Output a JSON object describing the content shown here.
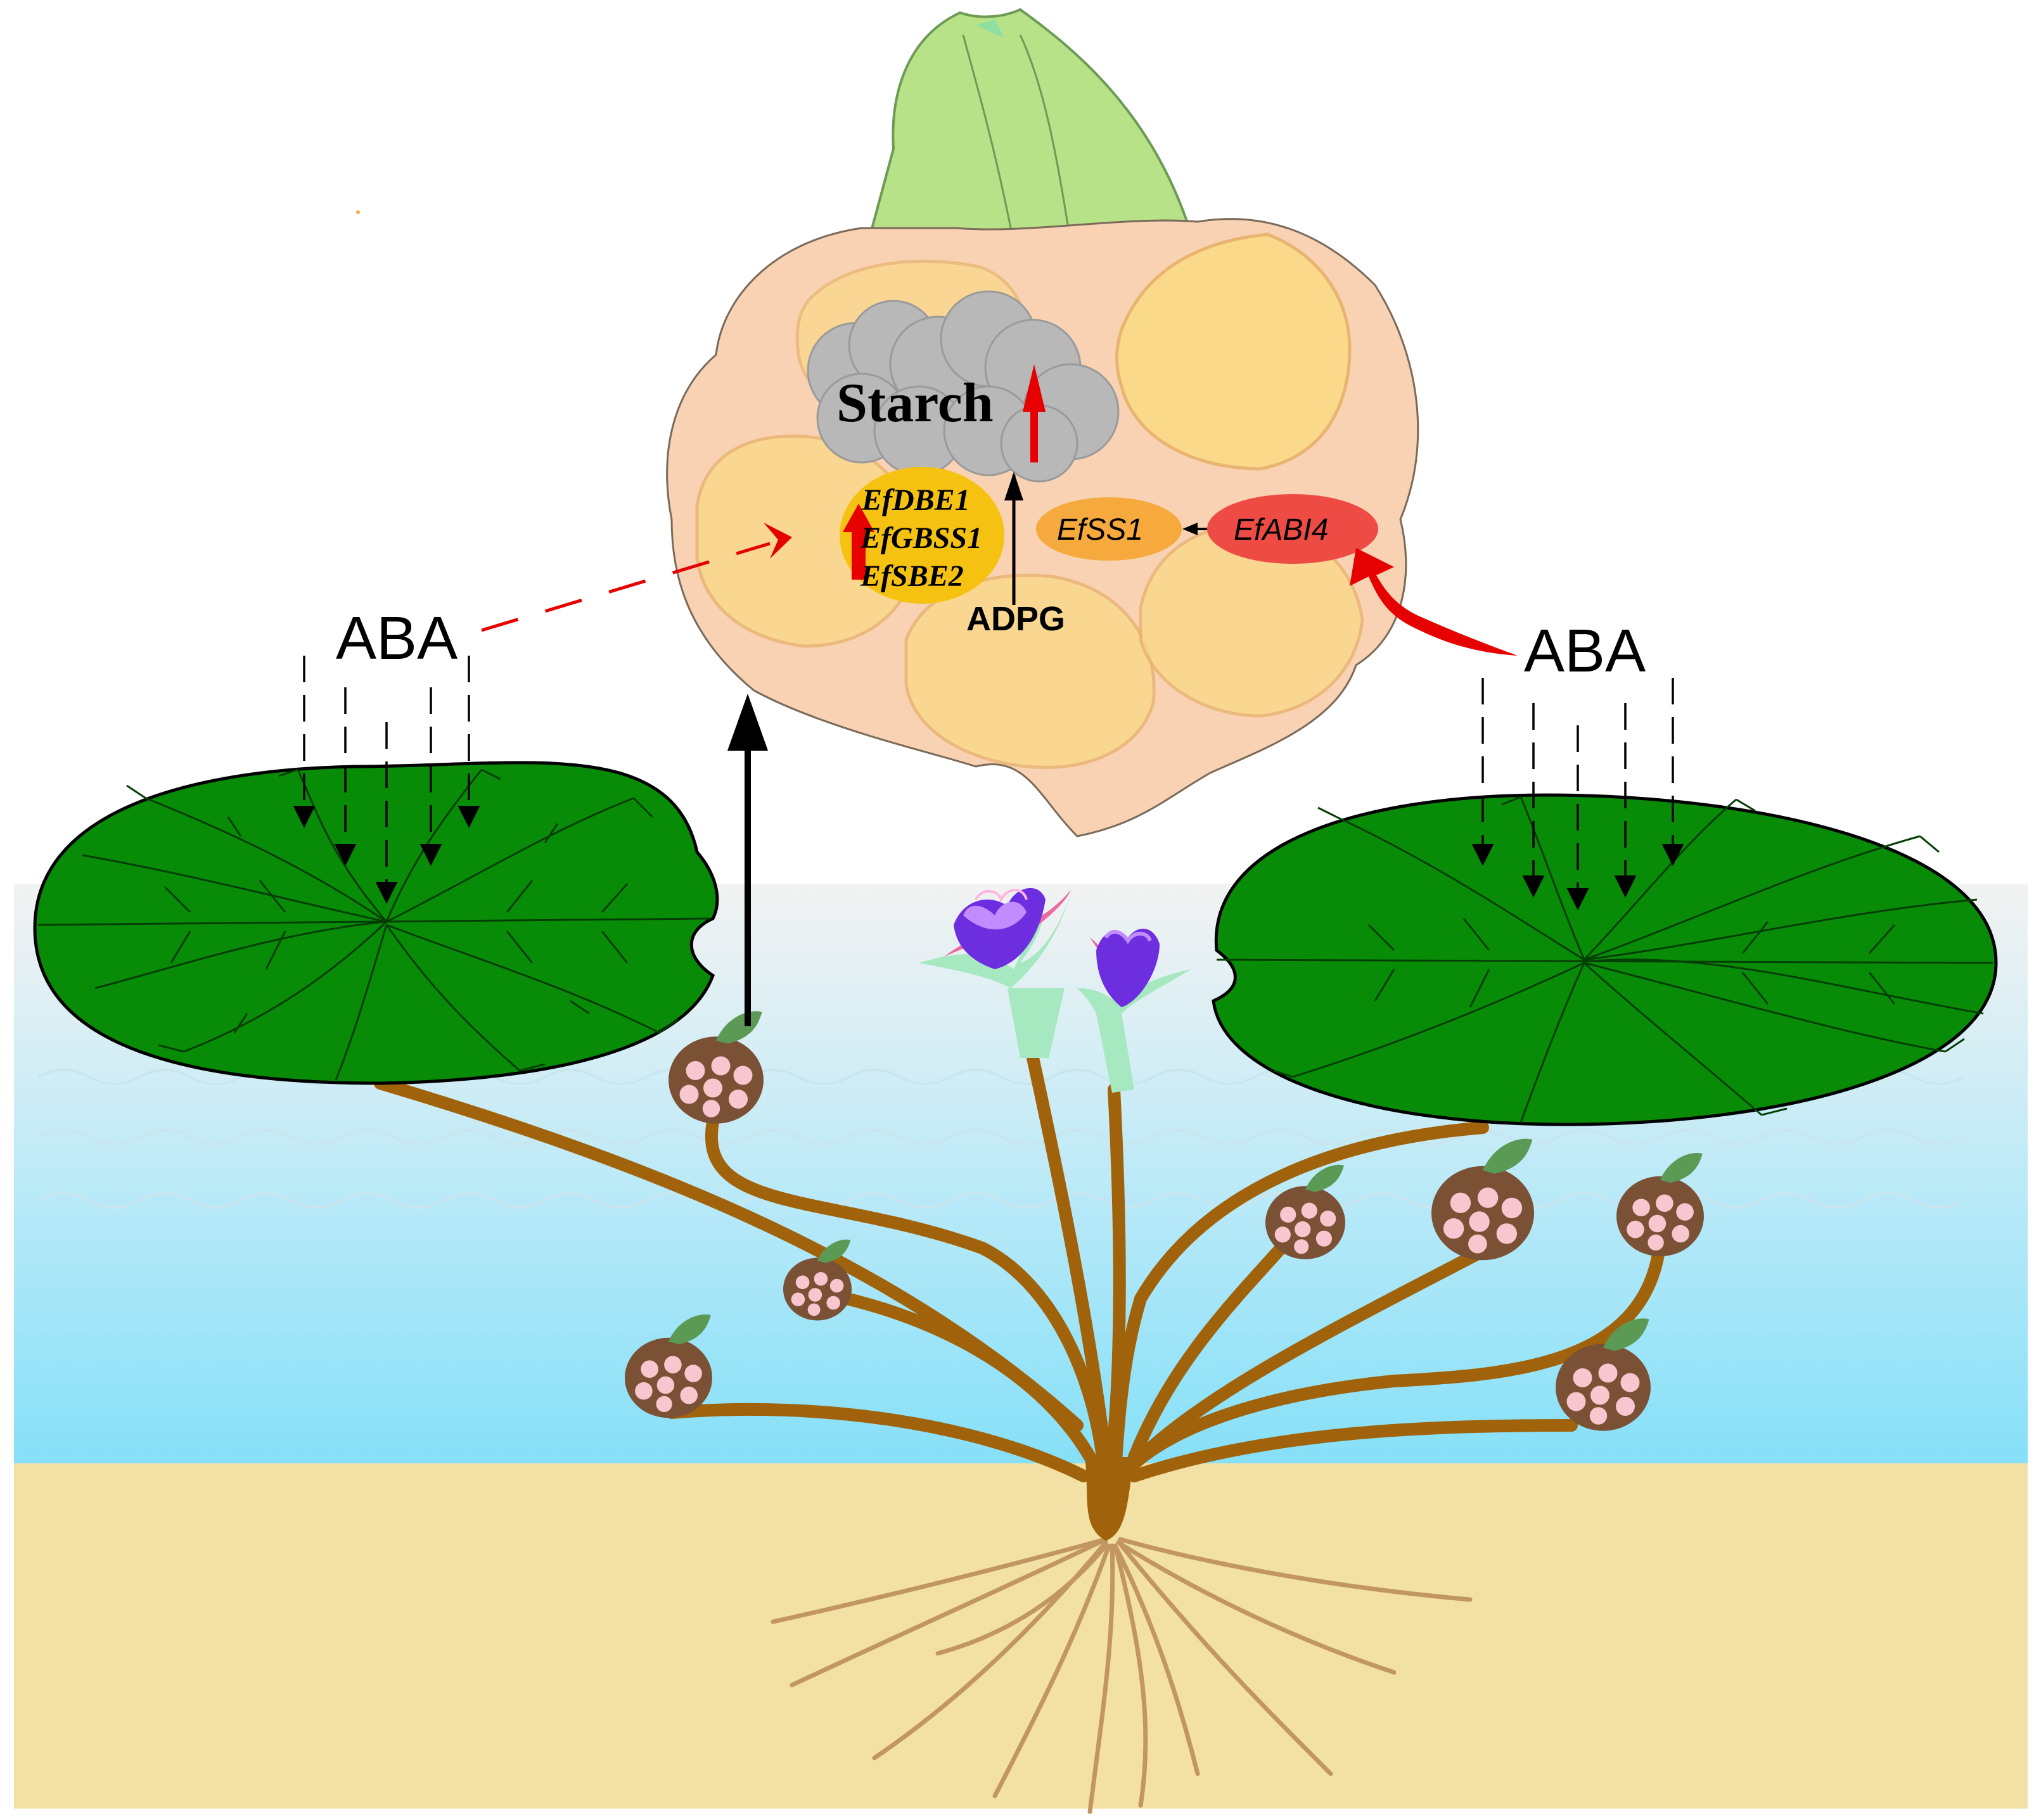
{
  "labels": {
    "aba_left": "ABA",
    "aba_right": "ABA",
    "starch": "Starch",
    "gene_dbe1": "EfDBE1",
    "gene_gbss1": "EfGBSS1",
    "gene_sbe2": "EfSBE2",
    "gene_ss1": "EfSS1",
    "gene_abi4": "EfABI4",
    "adpg": "ADPG"
  },
  "colors": {
    "sky": "#ffffff",
    "water_top": "#f1f1f1",
    "water_bottom": "#88e0f8",
    "soil": "#f3e0a5",
    "leaf": "#088c08",
    "stem": "#a0620a",
    "root": "#c29660",
    "corm": "#f8d2b2",
    "cell": "#fbd98a",
    "bud": "#b8e288",
    "starch": "#b8b8b8",
    "enzyme_yellow": "#f6c212",
    "ss1_orange": "#f6a93c",
    "abi4_red": "#ee4b45",
    "up_arrow": "#e60000",
    "corm_small": "#7a5135",
    "granule": "#f7c6cf",
    "flower_purple": "#6d2ee0",
    "flower_pink": "#e96aa0",
    "sepal": "#a6e8c0"
  }
}
